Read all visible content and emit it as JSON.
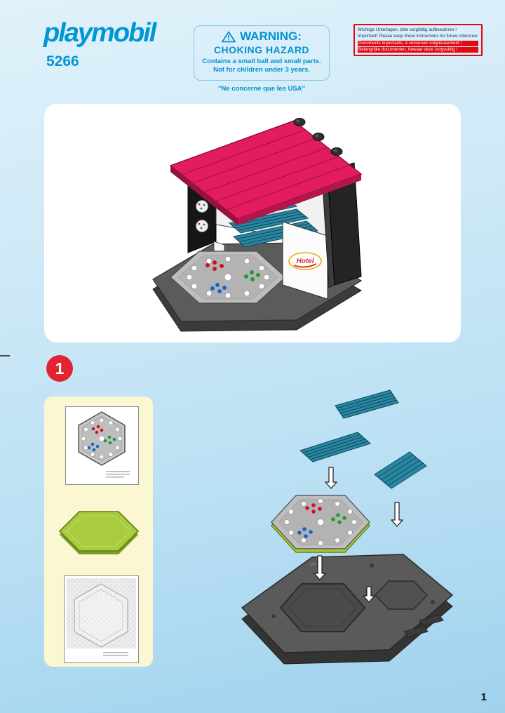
{
  "header": {
    "brand": "playmobil",
    "model_number": "5266"
  },
  "warning": {
    "title": "WARNING:",
    "subtitle": "CHOKING HAZARD",
    "detail_line1": "Contains a small ball and small parts.",
    "detail_line2": "Not for children under 3 years.",
    "usa_note": "\"Ne concerne que les USA\""
  },
  "notice": {
    "lines": [
      "Wichtige Unterlagen, bitte sorgfältig aufbewahren !",
      "Important! Please keep these instructions for future reference !",
      "Documents importants, à conserver soigneusement !",
      "Belangrijke documenten, bewaar deze zorgvuldig !"
    ]
  },
  "step": {
    "number": "1"
  },
  "hero_illustration": {
    "hotel_label": "Hotel"
  },
  "footer": {
    "page_number": "1"
  },
  "colors": {
    "brand_blue": "#0096d6",
    "notice_red": "#e30613",
    "step_red": "#e32330",
    "roof_pink": "#e31c5f",
    "slat_teal": "#2a87a2",
    "platform_green": "#a9cb3d",
    "board_gray": "#bdbdbd",
    "base_gray": "#5a5a5a",
    "parts_panel_yellow": "#fbf7d3"
  }
}
